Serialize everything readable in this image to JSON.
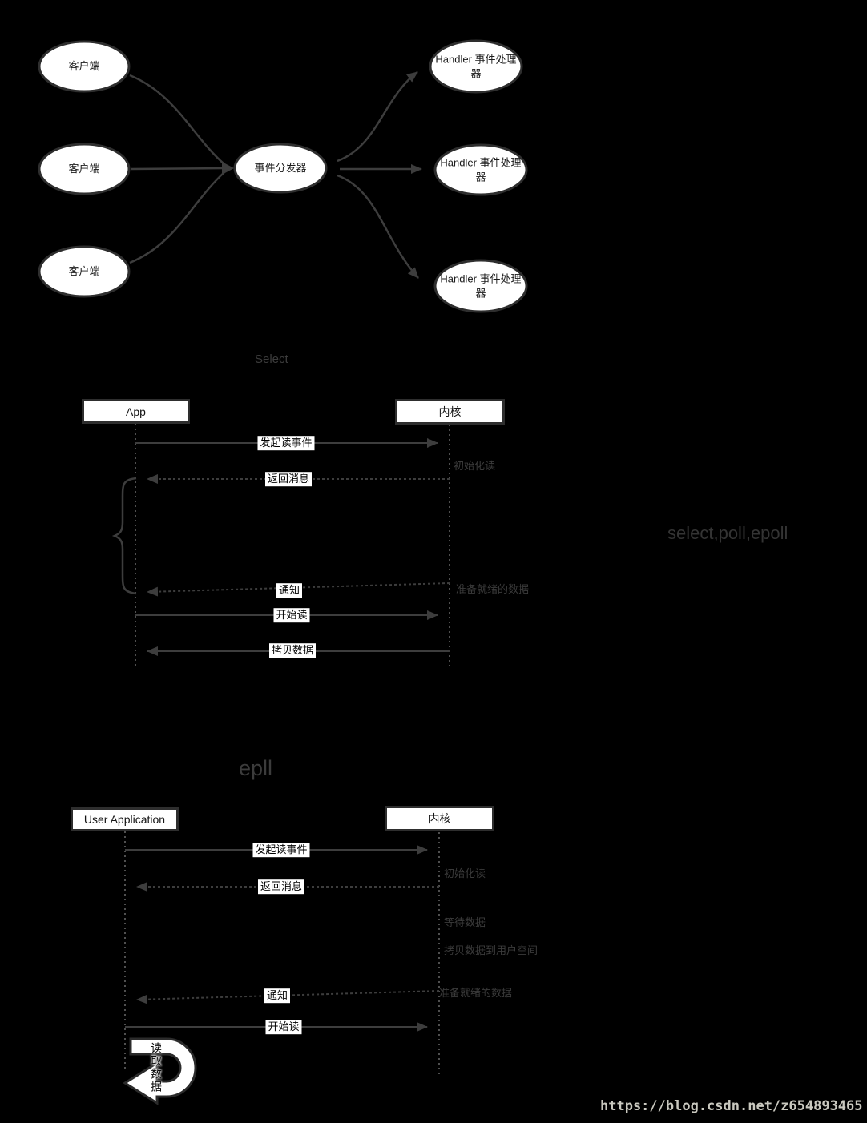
{
  "colors": {
    "background": "#000000",
    "stroke": "#3d3d3d",
    "shape_border": "#2e2e2e",
    "shape_fill": "#ffffff",
    "note_gray": "#3b3b3b",
    "watermark_gray": "#c9c8bf"
  },
  "reactor": {
    "client_labels": [
      "客户端",
      "客户端",
      "客户端"
    ],
    "dispatcher_label": "事件分发器",
    "handler_labels": [
      "Handler 事件处理器",
      "Handler 事件处理器",
      "Handler 事件处理器"
    ]
  },
  "select_seq": {
    "title": "Select",
    "left_actor": "App",
    "right_actor": "内核",
    "msg_read_event": "发起读事件",
    "note_init_read": "初始化读",
    "msg_return": "返回消息",
    "msg_notify": "通知",
    "note_ready_data": "准备就绪的数据",
    "msg_start_read": "开始读",
    "msg_copy_data": "拷贝数据"
  },
  "side_label": "select,poll,epoll",
  "epoll_seq": {
    "title": "epll",
    "left_actor": "User Application",
    "right_actor": "内核",
    "msg_read_event": "发起读事件",
    "note_init_read": "初始化读",
    "msg_return": "返回消息",
    "note_wait_data": "等待数据",
    "note_copy_to_user": "拷贝数据到用户空间",
    "note_ready_data": "准备就绪的数据",
    "msg_notify": "通知",
    "msg_start_read": "开始读",
    "loop_arrow_label": "读取数据"
  },
  "watermark": "https://blog.csdn.net/z654893465"
}
